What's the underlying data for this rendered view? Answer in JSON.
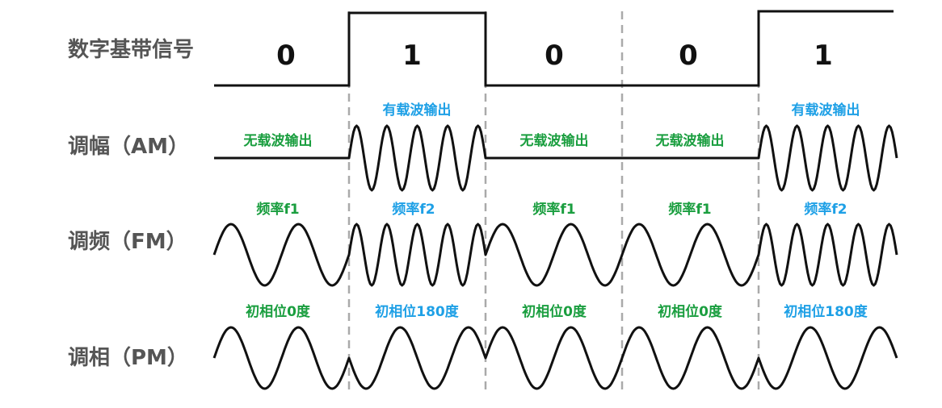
{
  "rows": {
    "digital": "数字基带信号",
    "am": "调幅（AM）",
    "fm": "调频（FM）",
    "pm": "调相（PM）"
  },
  "bits": [
    "0",
    "1",
    "0",
    "0",
    "1"
  ],
  "am_labels": [
    "无载波输出",
    "有载波输出",
    "无载波输出",
    "无载波输出",
    "有载波输出"
  ],
  "fm_labels": [
    "频率f1",
    "频率f2",
    "频率f1",
    "频率f1",
    "频率f2"
  ],
  "pm_labels": [
    "初相位0度",
    "初相位180度",
    "初相位0度",
    "初相位0度",
    "初相位180度"
  ],
  "colors": {
    "row_label": "#555555",
    "green": "#1a9e3f",
    "blue": "#1ea0e6",
    "signal": "#111111",
    "divider": "#aaaaaa"
  }
}
